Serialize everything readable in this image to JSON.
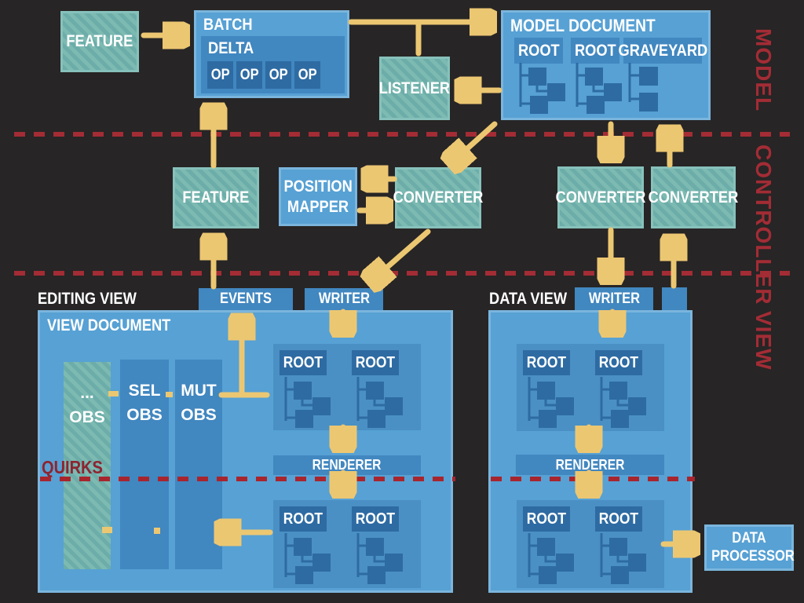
{
  "layers": {
    "model": "MODEL",
    "controller": "CONTROLLER",
    "view": "VIEW"
  },
  "model_layer": {
    "feature": "FEATURE",
    "batch": "BATCH",
    "delta": "DELTA",
    "ops": [
      "OP",
      "OP",
      "OP",
      "OP"
    ],
    "listener": "LISTENER",
    "model_document": {
      "title": "MODEL DOCUMENT",
      "root1": "ROOT",
      "root2": "ROOT",
      "graveyard": "GRAVEYARD"
    }
  },
  "controller_layer": {
    "feature": "FEATURE",
    "position_mapper": "POSITION MAPPER",
    "converter_mid": "CONVERTER",
    "converter_down": "CONVERTER",
    "converter_up": "CONVERTER"
  },
  "view_layer": {
    "editing": {
      "title": "EDITING VIEW",
      "events_tab": "EVENTS",
      "writer_tab": "WRITER",
      "document_title": "VIEW DOCUMENT",
      "observers": [
        {
          "l1": "...",
          "l2": "OBS"
        },
        {
          "l1": "SEL",
          "l2": "OBS"
        },
        {
          "l1": "MUT",
          "l2": "OBS"
        }
      ],
      "quirks": "QUIRKS",
      "renderer": "RENDERER",
      "root_top_1": "ROOT",
      "root_top_2": "ROOT",
      "root_bottom_1": "ROOT",
      "root_bottom_2": "ROOT"
    },
    "data": {
      "title": "DATA VIEW",
      "writer_tab": "WRITER",
      "renderer": "RENDERER",
      "root_top_1": "ROOT",
      "root_top_2": "ROOT",
      "root_bottom_1": "ROOT",
      "root_bottom_2": "ROOT",
      "data_processor": "DATA PROCESSOR"
    }
  },
  "colors": {
    "background": "#272525",
    "box_blue": "#57a1d4",
    "panel_blue": "#4a90c4",
    "medium_blue": "#4187c0",
    "dark_blue": "#2e6ba3",
    "teal": "#6cada9",
    "arrow_yellow": "#ecc772",
    "layer_red": "#a32c35"
  }
}
